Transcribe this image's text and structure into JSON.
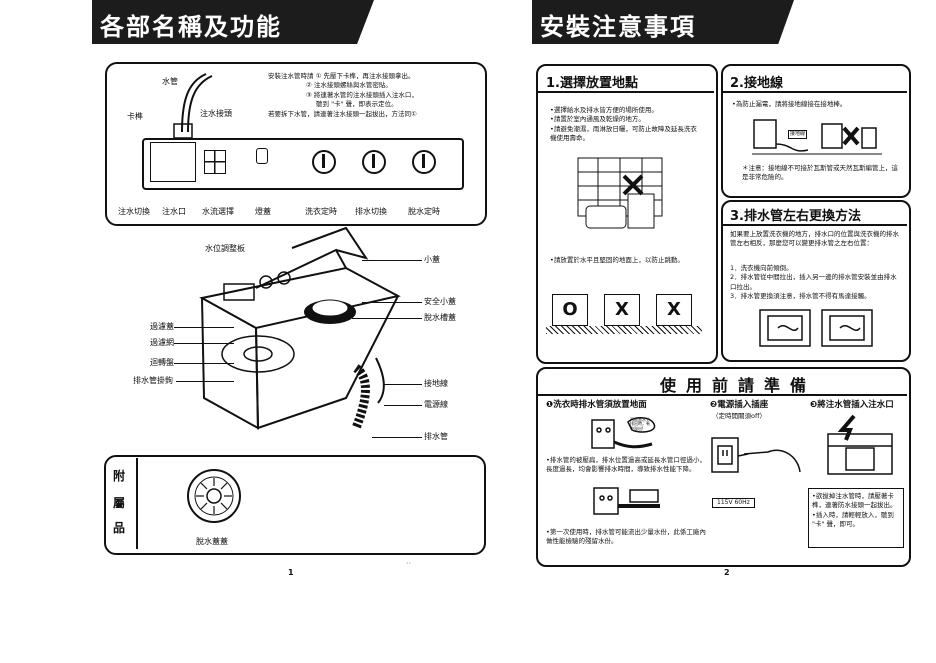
{
  "left_page": {
    "banner_title": "各部名稱及功能",
    "install_notes": [
      "安裝注水管時請 ① 先壓下卡榫，再注水接頭拿出。",
      "② 注水接頭螺絲與水管密貼。",
      "③ 將連著水管的注水接頭插入注水口，",
      "聽到 \"卡\" 聲，即表示定位。",
      "若要拆下水管，請連著注水接頭一起拔出，方法同①"
    ],
    "labels": {
      "water_pipe": "水管",
      "latch": "卡榫",
      "inlet_joint": "注水接頭",
      "inlet_switch": "注水切換",
      "inlet_port": "注水口",
      "flow_select": "水流選擇",
      "lamp": "燈蓋",
      "wash_timer": "洗衣定時",
      "drain_switch": "排水切換",
      "spin_timer": "脫水定時",
      "level_plate": "水位調整板",
      "small_lid": "小蓋",
      "safety_lid": "安全小蓋",
      "spin_tub_cover": "脫水槽蓋",
      "filter_lid": "過濾蓋",
      "filter_net": "過濾網",
      "pulsator": "迴轉盤",
      "drain_hook": "排水管掛鉤",
      "ground_wire": "接地線",
      "power_cord": "電源線",
      "drain_pipe": "排水管"
    },
    "accessory": {
      "title_chars": [
        "附",
        "屬",
        "品"
      ],
      "item_label": "脫水蓋蓋"
    },
    "page_number": "1",
    "stray_mark": "··"
  },
  "right_page": {
    "banner_title": "安裝注意事項",
    "placement": {
      "heading": "1.選擇放置地點",
      "bullets": [
        "•選擇給水及排水皆方便的場所使用。",
        "•請置於室內通風及乾燥的地方。",
        "•請避免潮濕，雨淋放日曬，可防止故障及延長洗衣機使用壽命。"
      ],
      "floor_note": "•請放置於水平且堅固的地面上，以防止跳動。",
      "marks": [
        "O",
        "X",
        "X"
      ]
    },
    "grounding": {
      "heading": "2.接地線",
      "bullet": "•為防止漏電，請將接地線接在接地棒。",
      "tag": "接地線",
      "caution": "＊注意：接地線不可接於瓦斯管或天然瓦斯編管上，這是非常危險的。"
    },
    "drain_swap": {
      "heading": "3.排水管左右更換方法",
      "intro": "如果要上放置洗衣機的地方，排水口的位置與洗衣機的排水管左右相反，那麼您可以變更排水管之左右位置：",
      "steps": [
        "1．洗衣機向前傾倒。",
        "2．排水管從中間拉出，插入另一邊的排水管安裝並由排水口拉出。",
        "3．排水管更換須注意，排水管不得有馬達接觸。"
      ]
    },
    "before_use": {
      "title": "使用前請準備",
      "items": [
        {
          "title": "❶洗衣時排水管須放置地面"
        },
        {
          "title": "❷電源插入插座",
          "sub": "（定時開關須off）"
        },
        {
          "title": "❸將注水管插入注水口"
        }
      ],
      "drain_note": "•排水管的被壓扁，排水位置過高或延長水管口徑過小，長度過長，均會影響排水時間，導致排水性能下降。",
      "outlet_label": "115V 60Hz",
      "first_use_note": "•第一次使用時，排水管可能流出少量水份，此係工廠內做性能檢驗的殘留水份。",
      "inlet_notes": [
        "•欲拔掉注水管時，請壓著卡榫，連著防水接頭一起拔出。",
        "•插入時，請輕輕放入，聽到 \"卡\" 聲，即可。"
      ],
      "bubble_text": "再放置水分排出時，有中溢出!"
    },
    "page_number": "2"
  }
}
